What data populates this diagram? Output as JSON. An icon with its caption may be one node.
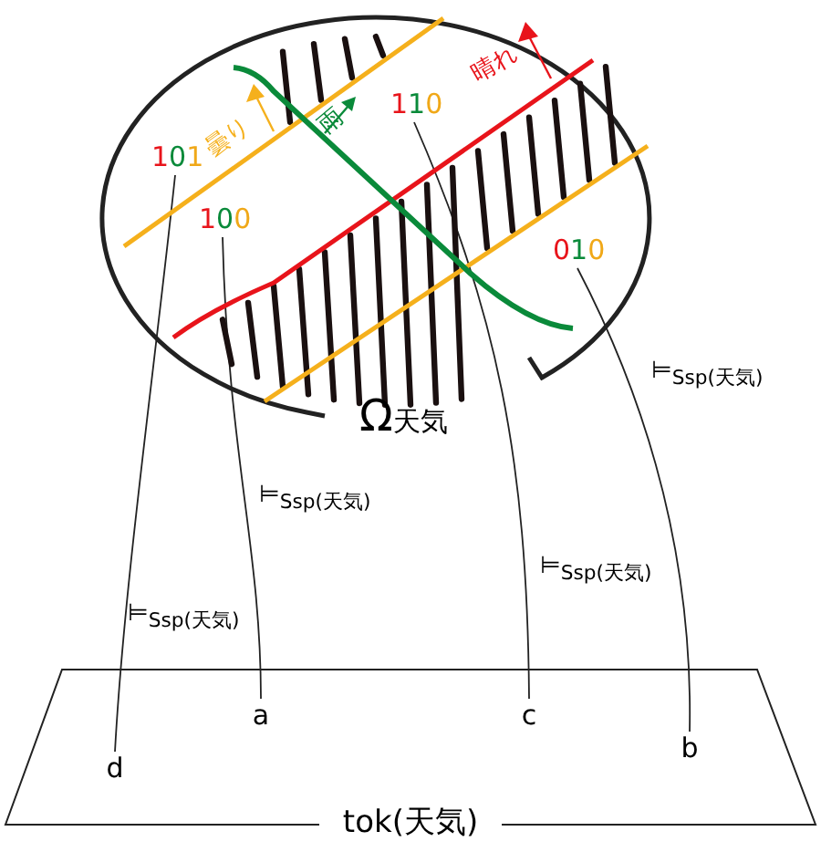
{
  "diagram": {
    "nodes": [
      {
        "text": [
          "Ω天気"
        ]
      },
      {
        "text": [
          "101"
        ],
        "in": 0
      },
      {
        "text": [
          "100"
        ],
        "in": 0
      },
      {
        "text": [
          "110"
        ],
        "in": 0
      },
      {
        "text": [
          "010"
        ],
        "in": 0
      },
      {
        "text": [
          "tok(天気)"
        ]
      },
      {
        "text": [
          "d"
        ],
        "in": 5
      },
      {
        "text": [
          "a"
        ],
        "in": 5
      },
      {
        "text": [
          "c"
        ],
        "in": 5
      },
      {
        "text": [
          "b"
        ],
        "in": 5
      }
    ],
    "edges": [
      {
        "from": 1,
        "to": 6,
        "arrow": "none",
        "label": "⊨$_{Ssp(天気)}$"
      },
      {
        "from": 2,
        "to": 7,
        "arrow": "none",
        "label": "⊨$_{Ssp(天気)}$"
      },
      {
        "from": 3,
        "to": 8,
        "arrow": "none",
        "label": "⊨$_{Ssp(天気)}$"
      },
      {
        "from": 4,
        "to": 9,
        "arrow": "none",
        "label": "⊨$_{Ssp(天気)}$"
      }
    ],
    "labels": [
      "曇り",
      "雨",
      "晴れ"
    ]
  }
}
